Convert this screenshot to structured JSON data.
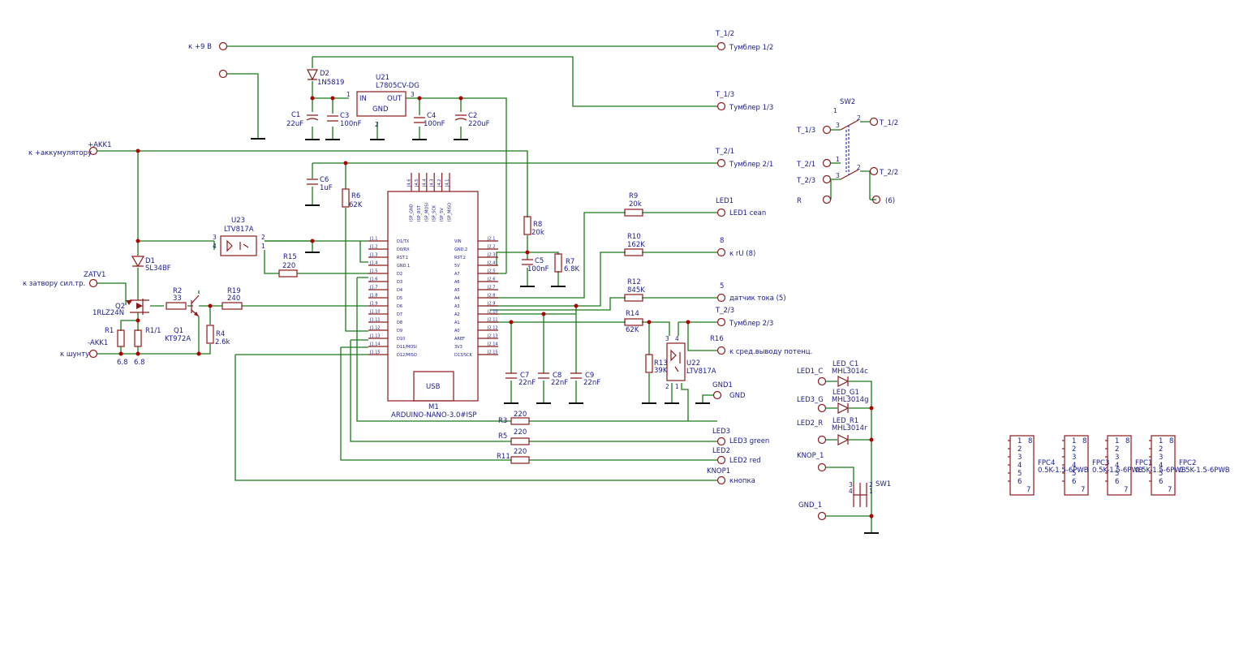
{
  "net_labels": {
    "plus9v": "к +9 В",
    "akk_plus": "+AKK1",
    "akk_net": "к +аккумулятору",
    "zatv": "ZATV1",
    "zatv_net": "к затвору сил.тр.",
    "akk_minus": "-AKK1",
    "shunt": "к шунту",
    "t12": "T_1/2",
    "t12n": "Тумблер 1/2",
    "t13": "T_1/3",
    "t13n": "Тумблер 1/3",
    "t21": "T_2/1",
    "t21n": "Тумблер 2/1",
    "led1": "LED1",
    "led1n": "LED1 cean",
    "n8": "8",
    "n8n": "к rU (8)",
    "n5": "5",
    "n5n": "датчик тока (5)",
    "t23": "T_2/3",
    "t23n": "Тумблер 2/3",
    "r16": "R16",
    "r16n": "к сред.выводу потенц.",
    "gnd1": "GND1",
    "gnd1n": "GND",
    "led3": "LED3",
    "led3n": "LED3 green",
    "led2": "LED2",
    "led2n": "LED2 red",
    "knop": "KNOP1",
    "knopn": "кнопка"
  },
  "components": {
    "d2": "D2",
    "d2v": "1N5819",
    "u21": "U21",
    "u21v": "L7805CV-DG",
    "u21_in": "IN",
    "u21_out": "OUT",
    "u21_gnd": "GND",
    "u21_p1": "1",
    "u21_p2": "2",
    "u21_p3": "3",
    "c1": "C1",
    "c1v": "22uF",
    "c3": "C3",
    "c3v": "100nF",
    "c4": "C4",
    "c4v": "100nF",
    "c2": "C2",
    "c2v": "220uF",
    "c6": "C6",
    "c6v": "1uF",
    "r6": "R6",
    "r6v": "62K",
    "u23": "U23",
    "u23v": "LTV817A",
    "d1": "D1",
    "d1v": "SL34BF",
    "r15": "R15",
    "r15v": "220",
    "q2": "Q2",
    "q2v": "1RLZ24N",
    "r2": "R2",
    "r2v": "33",
    "r19": "R19",
    "r19v": "240",
    "q1": "Q1",
    "q1v": "KT972A",
    "r4": "R4",
    "r4v": "2.6k",
    "r1": "R1",
    "r1v": "6.8",
    "r11b": "R1/1",
    "r11bv": "6.8",
    "r8": "R8",
    "r8v": "20k",
    "c5": "C5",
    "c5v": "100nF",
    "r7": "R7",
    "r7v": "6.8K",
    "r9": "R9",
    "r9v": "20k",
    "r10": "R10",
    "r10v": "162K",
    "r12": "R12",
    "r12v": "845K",
    "r14": "R14",
    "r14v": "62K",
    "r13": "R13",
    "r13v": "39K",
    "u22": "U22",
    "u22v": "LTV817A",
    "c7": "C7",
    "c7v": "22nF",
    "c8": "C8",
    "c8v": "22nF",
    "c9": "C9",
    "c9v": "22nF",
    "r3": "R3",
    "r3v": "220",
    "r5": "R5",
    "r5v": "220",
    "r11": "R11",
    "r11v": "220",
    "m1": "M1",
    "m1v": "ARDUINO-NANO-3.0#ISP",
    "usb": "USB",
    "sw2": "SW2",
    "sw1": "SW1"
  },
  "arduino": {
    "left_pins": [
      "J1.1",
      "J1.2",
      "J1.3",
      "J1.4",
      "J1.5",
      "J1.6",
      "J1.7",
      "J1.8",
      "J1.9",
      "J1.10",
      "J1.11",
      "J1.12",
      "J1.13",
      "J1.14",
      "J1.15"
    ],
    "left_labels": [
      "D1/TX",
      "D0/RX",
      "RST.1",
      "GND.1",
      "D2",
      "D3",
      "D4",
      "D5",
      "D6",
      "D7",
      "D8",
      "D9",
      "D10",
      "D11/MOSI",
      "D12/MISO"
    ],
    "right_pins": [
      "J2.1",
      "J2.2",
      "J2.3",
      "J2.4",
      "J2.5",
      "J2.6",
      "J2.7",
      "J2.8",
      "J2.9",
      "J2.10",
      "J2.11",
      "J2.12",
      "J2.13",
      "J2.14",
      "J2.15"
    ],
    "right_labels": [
      "VIN",
      "GND.2",
      "RST.2",
      "5V",
      "A7",
      "A6",
      "A5",
      "A4",
      "A3",
      "A2",
      "A1",
      "A0",
      "AREF",
      "3V3",
      "D13/SCK"
    ],
    "top_pins": [
      "J4.6",
      "J4.5",
      "J4.4",
      "J4.3",
      "J4.2",
      "J4.1"
    ],
    "top_labels": [
      "ISP_GND",
      "ISP_RST",
      "ISP_MOSI",
      "ISP_SCK",
      "ISP_5V",
      "ISP_MISO"
    ]
  },
  "sw2": {
    "pin1": "1",
    "pin2a": "2",
    "pin3a": "3",
    "pin1b": "1",
    "pin2b": "2",
    "pin3b": "3",
    "t13": "T_1/3",
    "t12": "T_1/2",
    "t21": "T_2/1",
    "t23": "T_2/3",
    "t22": "T_2/2",
    "r": "R",
    "six": "(6)"
  },
  "leds": {
    "c": "LED1_C",
    "g": "LED3_G",
    "r": "LED2_R",
    "led_c": "LED_C1",
    "led_c_v": "MHL3014c",
    "led_g": "LED_G1",
    "led_g_v": "MHL3014g",
    "led_r": "LED_R1",
    "led_r_v": "MHL3014r",
    "knop": "KNOP_1",
    "gnd": "GND_1"
  },
  "fpc": [
    {
      "name": "FPC4",
      "value": "0.5K-1.5-6PWB"
    },
    {
      "name": "FPC3",
      "value": "0.5K-1.5-6PWB"
    },
    {
      "name": "FPC1",
      "value": "0.5K-1.5-6PWB"
    },
    {
      "name": "FPC2",
      "value": "0.5K-1.5-6PWB"
    }
  ],
  "fpc_pins": [
    "1",
    "2",
    "3",
    "4",
    "5",
    "6",
    "7",
    "8"
  ]
}
